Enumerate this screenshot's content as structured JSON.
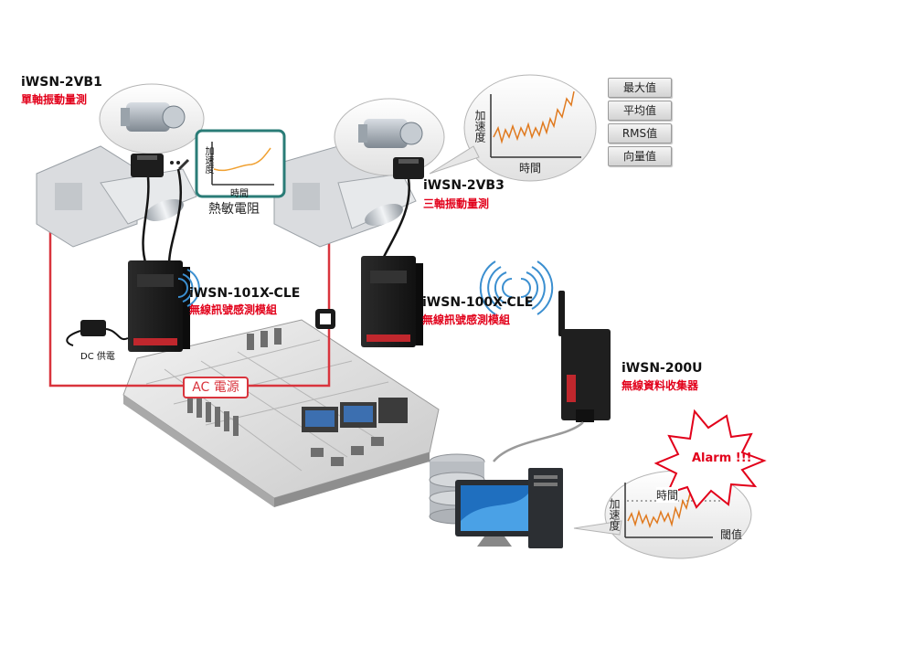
{
  "devices": {
    "vb1": {
      "model": "iWSN-2VB1",
      "desc": "單軸振動量測"
    },
    "vb3": {
      "model": "iWSN-2VB3",
      "desc": "三軸振動量測"
    },
    "m101": {
      "model": "iWSN-101X-CLE",
      "desc": "無線訊號感測模組"
    },
    "m100": {
      "model": "iWSN-100X-CLE",
      "desc": "無線訊號感測模組"
    },
    "u200": {
      "model": "iWSN-200U",
      "desc": "無線資料收集器"
    }
  },
  "thermistor": {
    "label": "熱敏電阻",
    "ylabel": "加速度",
    "xlabel": "時間"
  },
  "accel_bubble": {
    "ylabel": "加速度",
    "xlabel": "時間"
  },
  "alarm_bubble": {
    "ylabel": "加速度",
    "xlabel": "時間",
    "threshold": "閾值",
    "alarm": "Alarm !!!"
  },
  "power": {
    "ac": "AC 電源",
    "dc": "DC 供電"
  },
  "stat_buttons": [
    "最大值",
    "平均值",
    "RMS值",
    "向量值"
  ],
  "colors": {
    "accent_red": "#e2001a",
    "power_line": "#d9343d",
    "graph_line": "#e07a1f",
    "teal": "#2a7c77"
  }
}
